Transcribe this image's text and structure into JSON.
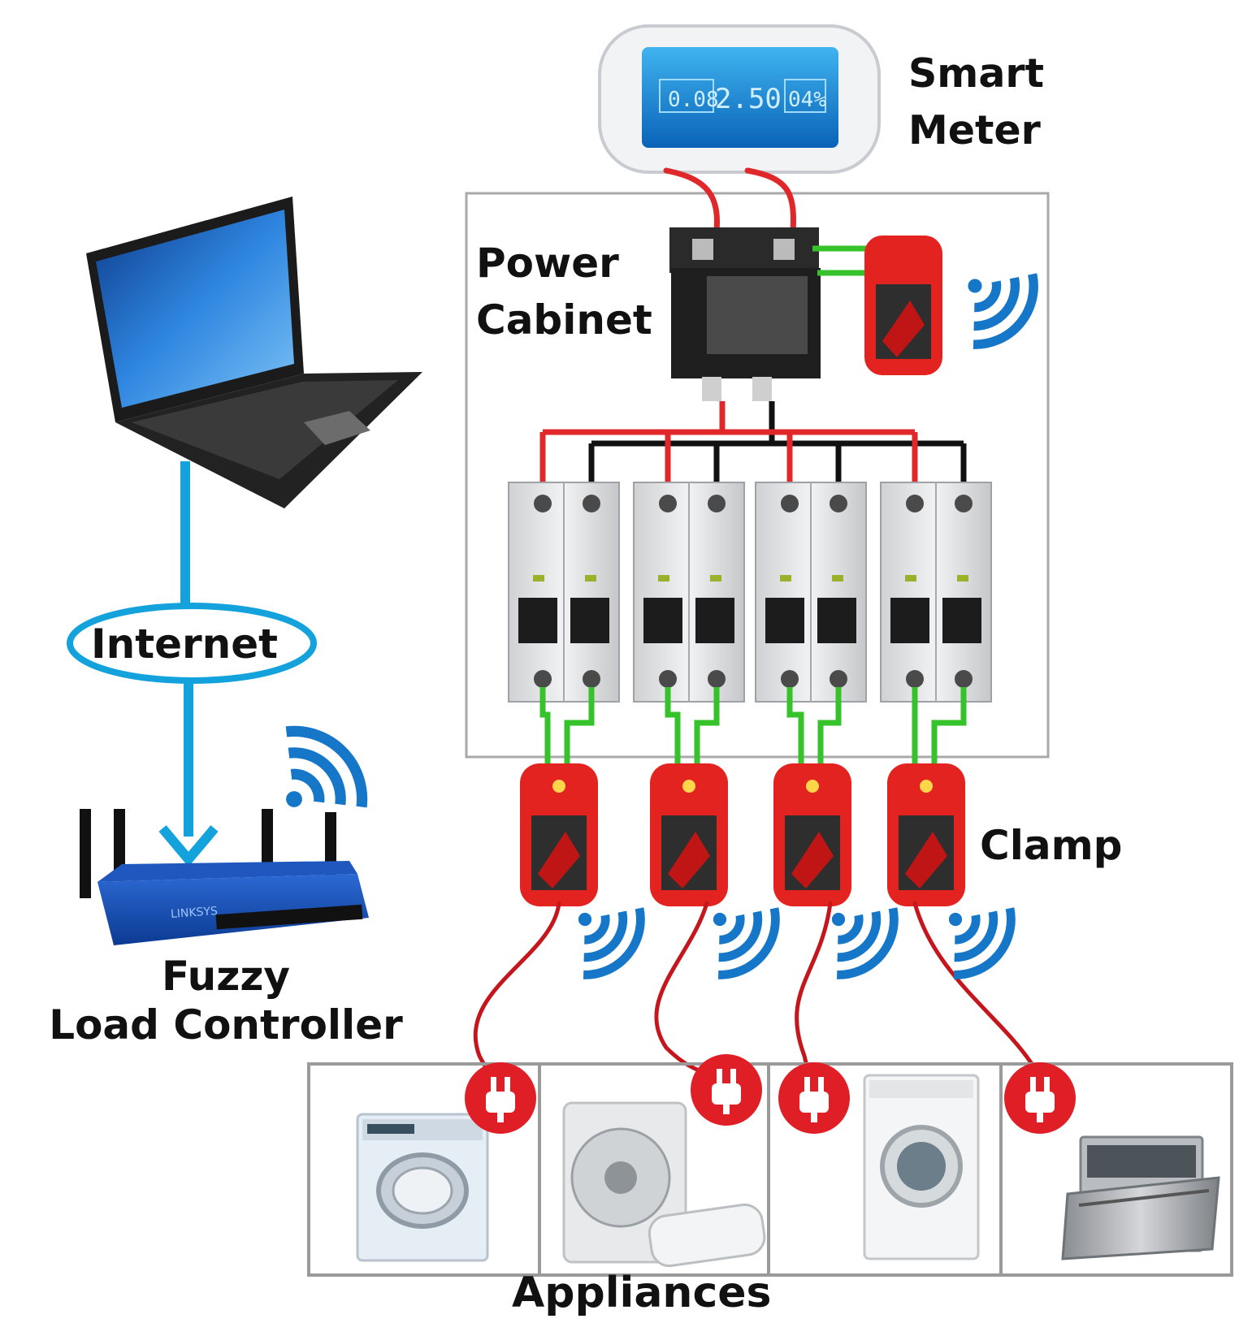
{
  "labels": {
    "smart_meter": [
      "Smart",
      "Meter"
    ],
    "power_cabinet": [
      "Power",
      "Cabinet"
    ],
    "internet": "Internet",
    "controller": [
      "Fuzzy",
      "Load Controller"
    ],
    "clamp": "Clamp",
    "appliances": "Appliances"
  },
  "meter_display": {
    "left": "0.08",
    "center": "2.50",
    "right": "04%"
  },
  "router_brand": "LINKSYS",
  "appliance_icons": [
    "washing-machine-icon",
    "air-conditioner-icon",
    "front-loader-washer-icon",
    "dishwasher-icon"
  ],
  "colors": {
    "wire_red": "#e0282a",
    "wire_black": "#111111",
    "wire_green": "#35c22a",
    "network_blue": "#13a2dc",
    "wifi_blue": "#1677c8",
    "clamp_red": "#e3231f",
    "plug_red": "#e01e26"
  }
}
